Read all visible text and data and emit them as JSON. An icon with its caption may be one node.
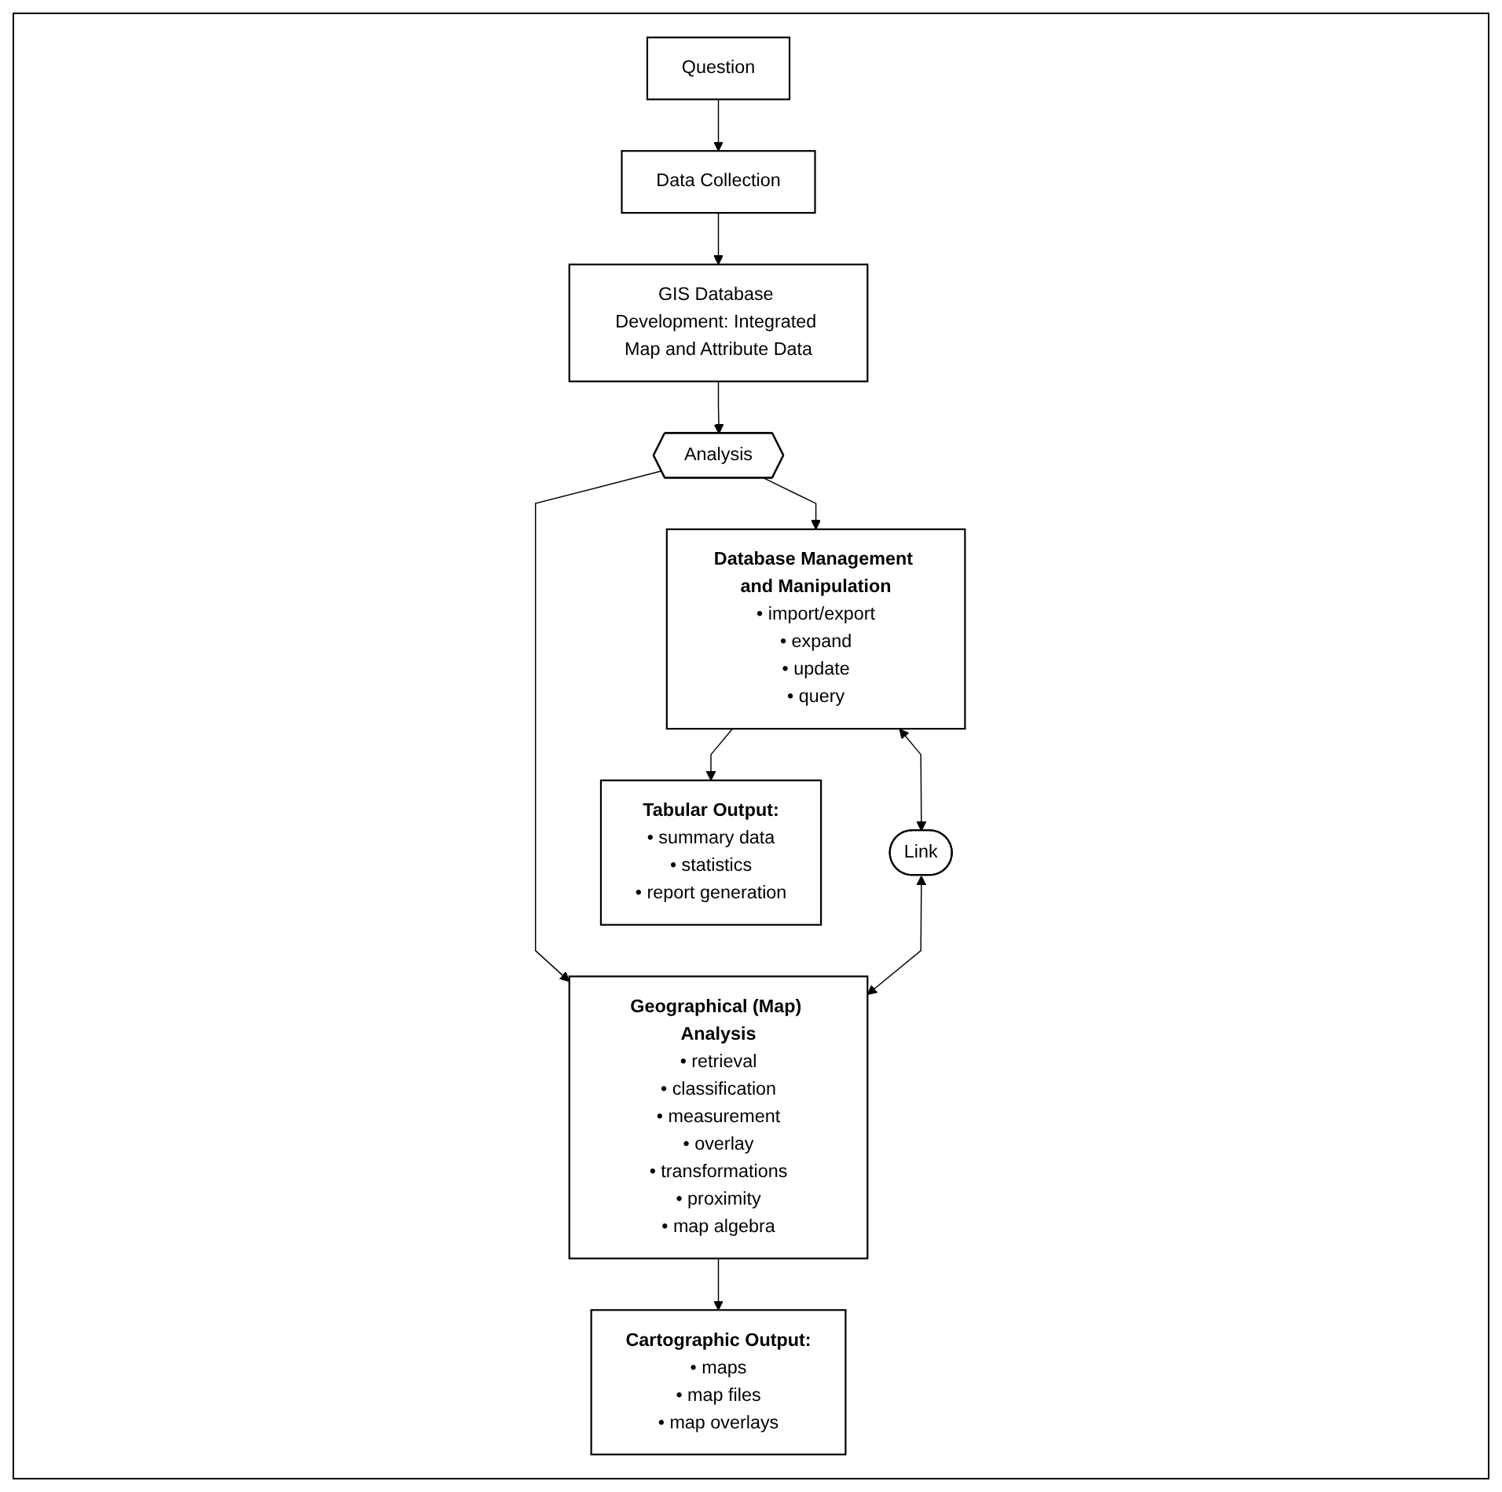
{
  "diagram": {
    "nodes": [
      {
        "text": [
          "Question"
        ]
      },
      {
        "text": [
          "Data Collection"
        ]
      },
      {
        "text": [
          "GIS Database Development: Integrated Map and Attribute Data"
        ]
      },
      {
        "text": [
          "Analysis"
        ]
      },
      {
        "text": [
          "Database Management and Manipulation",
          "• import/export",
          "• expand",
          "• update",
          "• query"
        ]
      },
      {
        "text": [
          "Link"
        ]
      },
      {
        "text": [
          "Geographical (Map) Analysis",
          "• retrieval",
          "• classification",
          "• measurement",
          "• overlay",
          "• transformations",
          "• proximity",
          "• map algebra"
        ]
      },
      {
        "text": [
          "Tabular Output:",
          "• summary data",
          "• statistics",
          "• report generation"
        ]
      },
      {
        "text": [
          "Cartographic Output:",
          "• maps",
          "• map files",
          "• map overlays"
        ]
      }
    ],
    "edges": [
      {
        "from": 0,
        "to": 1,
        "arrow": "to"
      },
      {
        "from": 1,
        "to": 2,
        "arrow": "to"
      },
      {
        "from": 2,
        "to": 3,
        "arrow": "to"
      },
      {
        "from": 3,
        "to": 4,
        "arrow": "to"
      },
      {
        "from": 3,
        "to": 6,
        "arrow": "to"
      },
      {
        "from": 4,
        "to": 5,
        "arrow": "both"
      },
      {
        "from": 5,
        "to": 6,
        "arrow": "both"
      },
      {
        "from": 4,
        "to": 7,
        "arrow": "to"
      },
      {
        "from": 6,
        "to": 8,
        "arrow": "to"
      }
    ]
  }
}
